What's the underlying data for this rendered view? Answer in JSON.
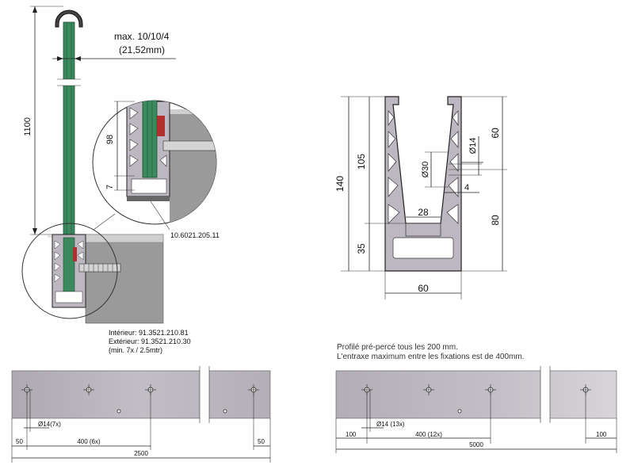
{
  "install": {
    "height": "1100",
    "glass": "max. 10/10/4",
    "glass_mm": "(21,52mm)",
    "d98": "98",
    "d7": "7",
    "part_profile": "10.6021.205.11",
    "int_label": "Intérieur: 91.3521.210.81",
    "ext_label": "Extérieur: 91.3521.210.30",
    "min_label": "(min. 7x / 2.5mtr)"
  },
  "section": {
    "h140": "140",
    "h105": "105",
    "h35": "35",
    "h60": "60",
    "h80": "80",
    "w60": "60",
    "w28": "28",
    "d30": "Ø30",
    "d14": "Ø14",
    "d4": "4"
  },
  "note": {
    "line1": "Profilé pré-percé tous les 200 mm.",
    "line2": "L'entraxe maximum entre les fixations est de 400mm."
  },
  "profile_a": {
    "edge": "50",
    "hole": "Ø14(7x)",
    "spacing": "400 (6x)",
    "edge_right": "50",
    "total": "2500"
  },
  "profile_b": {
    "edge": "100",
    "hole": "Ø14 (13x)",
    "spacing": "400 (12x)",
    "edge_right": "100",
    "total": "5000"
  },
  "colors": {
    "glass": "#3a8a5e",
    "aluminium": "#bcb7c0",
    "profile_bar": "#b8b3ba",
    "wall": "#9a9a9a"
  }
}
